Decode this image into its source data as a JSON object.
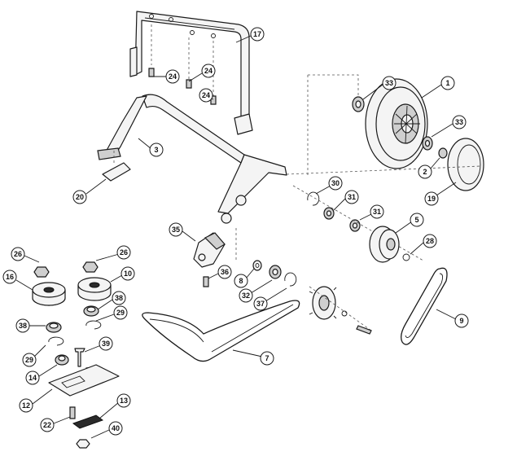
{
  "diagram": {
    "callouts": [
      {
        "id": "c17",
        "label": "17"
      },
      {
        "id": "c24a",
        "label": "24"
      },
      {
        "id": "c24b",
        "label": "24"
      },
      {
        "id": "c24c",
        "label": "24"
      },
      {
        "id": "c3",
        "label": "3"
      },
      {
        "id": "c20",
        "label": "20"
      },
      {
        "id": "c33a",
        "label": "33"
      },
      {
        "id": "c1",
        "label": "1"
      },
      {
        "id": "c33b",
        "label": "33"
      },
      {
        "id": "c2",
        "label": "2"
      },
      {
        "id": "c19",
        "label": "19"
      },
      {
        "id": "c30",
        "label": "30"
      },
      {
        "id": "c31a",
        "label": "31"
      },
      {
        "id": "c31b",
        "label": "31"
      },
      {
        "id": "c5",
        "label": "5"
      },
      {
        "id": "c28",
        "label": "28"
      },
      {
        "id": "c35",
        "label": "35"
      },
      {
        "id": "c36",
        "label": "36"
      },
      {
        "id": "c8",
        "label": "8"
      },
      {
        "id": "c32",
        "label": "32"
      },
      {
        "id": "c37",
        "label": "37"
      },
      {
        "id": "c9",
        "label": "9"
      },
      {
        "id": "c7",
        "label": "7"
      },
      {
        "id": "c26a",
        "label": "26"
      },
      {
        "id": "c26b",
        "label": "26"
      },
      {
        "id": "c16",
        "label": "16"
      },
      {
        "id": "c10",
        "label": "10"
      },
      {
        "id": "c38a",
        "label": "38"
      },
      {
        "id": "c38b",
        "label": "38"
      },
      {
        "id": "c29a",
        "label": "29"
      },
      {
        "id": "c29b",
        "label": "29"
      },
      {
        "id": "c39",
        "label": "39"
      },
      {
        "id": "c14",
        "label": "14"
      },
      {
        "id": "c12",
        "label": "12"
      },
      {
        "id": "c13",
        "label": "13"
      },
      {
        "id": "c22",
        "label": "22"
      },
      {
        "id": "c40",
        "label": "40"
      }
    ]
  }
}
